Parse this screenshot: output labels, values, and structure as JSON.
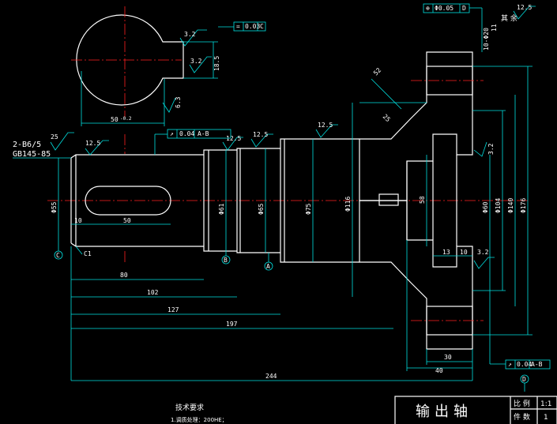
{
  "colors": {
    "outline": "#ffffff",
    "dimension": "#00e0e0",
    "centerline": "#ff2020",
    "hatch": "#ffd400",
    "background": "#000000"
  },
  "section": {
    "width_dim": "50",
    "width_tol": "-0.2",
    "depth_dim": "18.5",
    "rough_top": "3.2",
    "rough_mid": "3.2",
    "rough_low": "6.3",
    "flatness_tol": "0.03",
    "flatness_datum": "C"
  },
  "top_right": {
    "position_tol": "Φ0.05",
    "position_datum": "D",
    "rough": "12.5",
    "rest_label": "其 余",
    "holes": "10-Φ20",
    "holes_depth": "11"
  },
  "shaft": {
    "left_rough": "25",
    "center_note": "2-B6/5",
    "center_std": "GB145-85",
    "rough_a": "12.5",
    "rough_b": "12.5",
    "rough_c": "12.5",
    "rough_d": "12.5",
    "runout_tol": "0.04",
    "runout_datum": "A-B",
    "dia_keyway": "Φ55",
    "dia_bearing1": "Φ61",
    "dia_seal": "Φ65",
    "dia_bearing2": "Φ75",
    "dia_hub": "Φ116",
    "dia_bore": "Φ104",
    "dia_pitch": "Φ140",
    "dia_outer": "Φ176",
    "dia_inner": "Φ60",
    "key_offset": "10",
    "key_length": "50",
    "chamfer": "C1",
    "bore_depth": "58",
    "rough_bore": "3.2",
    "rough_face": "3.2",
    "dim_13": "13",
    "dim_10": "10",
    "dim_80": "80",
    "dim_102": "102",
    "dim_127": "127",
    "dim_197": "197",
    "dim_244": "244",
    "dim_30": "30",
    "dim_40": "40",
    "dim_52": "52",
    "dim_25": "25",
    "datum_a": "A",
    "datum_b": "B",
    "datum_c": "C",
    "datum_d": "D",
    "bottom_runout_tol": "0.04",
    "bottom_runout_datum": "A-B"
  },
  "notes": {
    "title": "技术要求",
    "line1": "1.调质处理：200HE；"
  },
  "title_block": {
    "part_name": "输出轴",
    "scale_label": "比 例",
    "scale_value": "1:1",
    "qty_label": "件 数",
    "qty_value": "1"
  }
}
